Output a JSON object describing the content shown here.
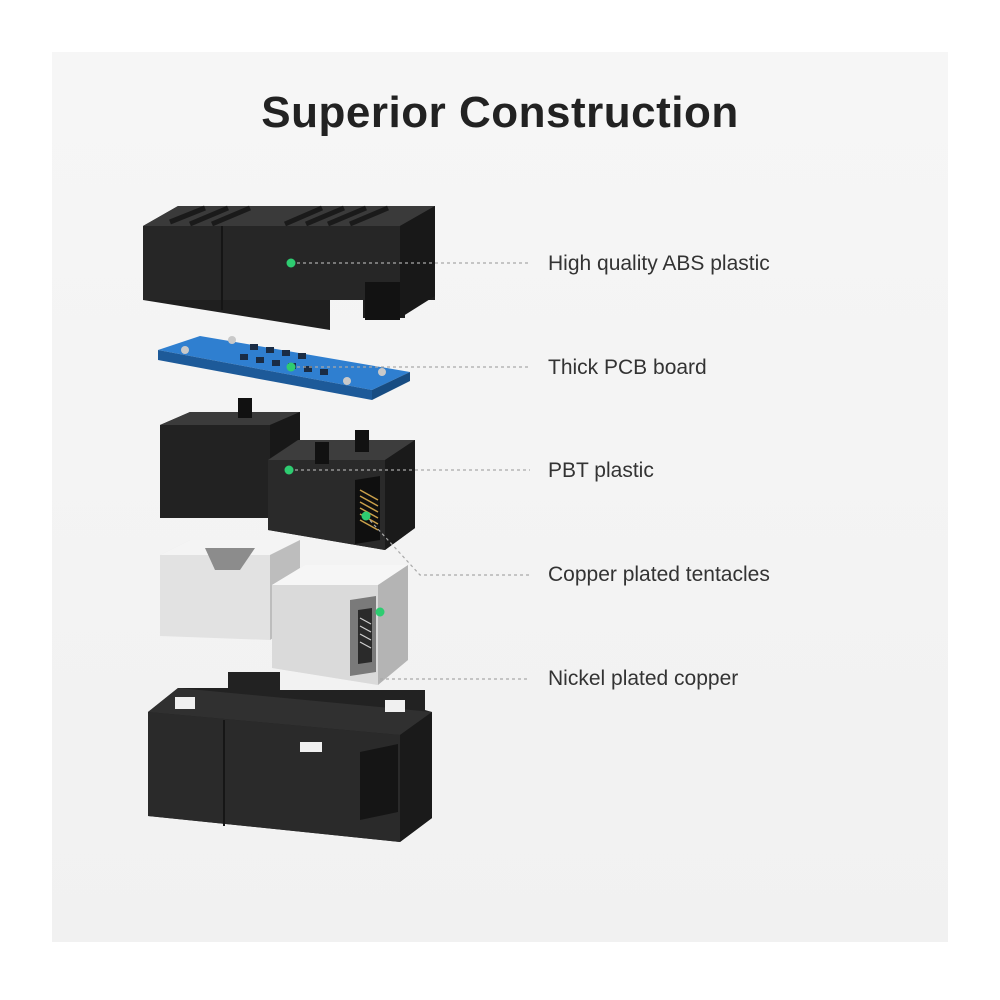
{
  "title": "Superior Construction",
  "accent_color": "#2ecc71",
  "parts": [
    {
      "label": "High quality ABS plastic",
      "component": "top-shell"
    },
    {
      "label": "Thick PCB board",
      "component": "pcb-board"
    },
    {
      "label": "PBT plastic",
      "component": "pbt-housing"
    },
    {
      "label": "Copper plated tentacles",
      "component": "copper-contacts"
    },
    {
      "label": "Nickel plated copper",
      "component": "metal-shield"
    }
  ]
}
